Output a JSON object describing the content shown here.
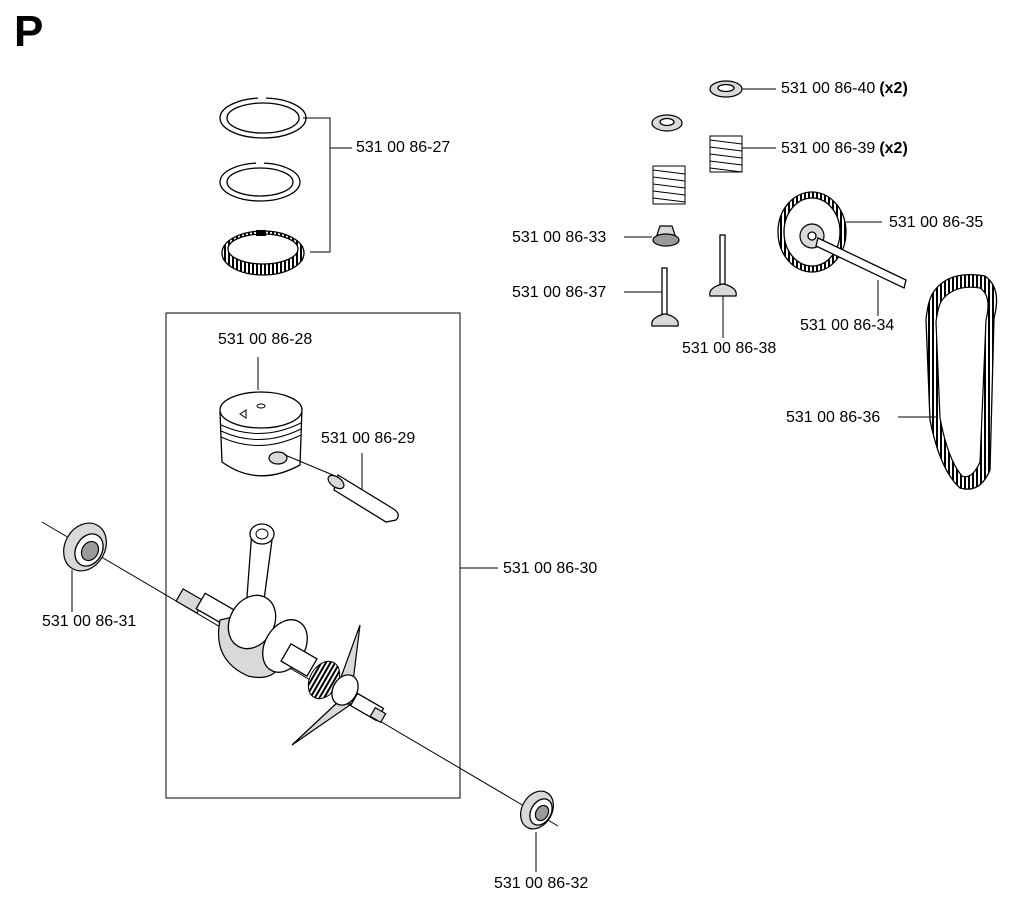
{
  "page": {
    "letter": "P"
  },
  "parts": {
    "p27": {
      "number": "531 00 86-27"
    },
    "p28": {
      "number": "531 00 86-28"
    },
    "p29": {
      "number": "531 00 86-29"
    },
    "p30": {
      "number": "531 00 86-30"
    },
    "p31": {
      "number": "531 00 86-31"
    },
    "p32": {
      "number": "531 00 86-32"
    },
    "p33": {
      "number": "531 00 86-33"
    },
    "p34": {
      "number": "531 00 86-34"
    },
    "p35": {
      "number": "531 00 86-35"
    },
    "p36": {
      "number": "531 00 86-36"
    },
    "p37": {
      "number": "531 00 86-37"
    },
    "p38": {
      "number": "531 00 86-38"
    },
    "p39": {
      "number": "531 00 86-39",
      "qty": "(x2)"
    },
    "p40": {
      "number": "531 00 86-40",
      "qty": "(x2)"
    }
  }
}
